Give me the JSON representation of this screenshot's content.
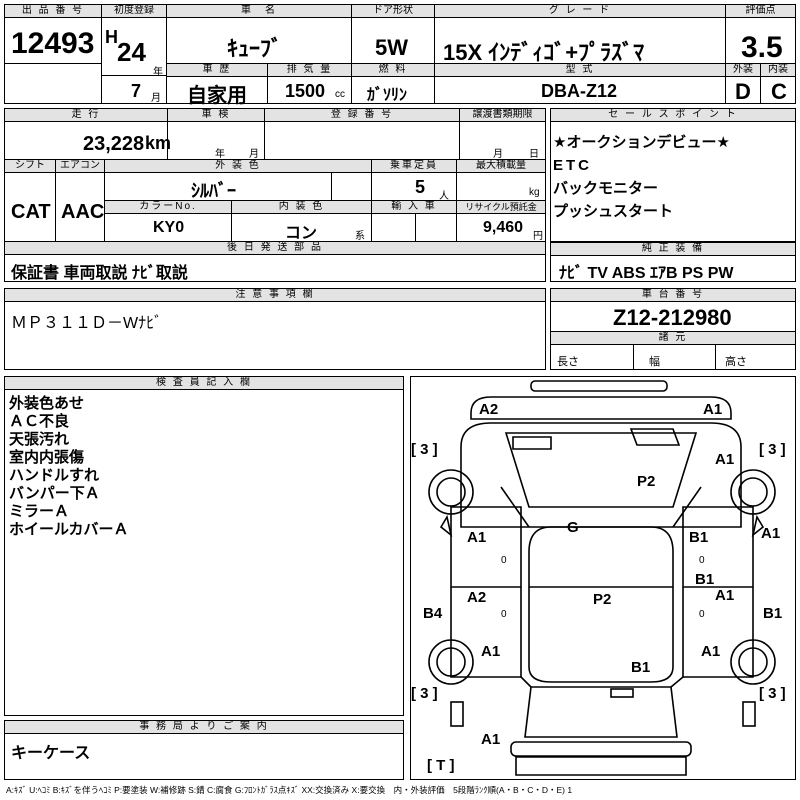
{
  "header": {
    "lot_label": "出 品 番 号",
    "lot": "12493",
    "reg_label": "初度登録",
    "era": "H",
    "year": "24",
    "year_unit": "年",
    "month": "7",
    "month_unit": "月",
    "name_label": "車　名",
    "name": "ｷｭｰﾌﾞ",
    "door_label": "ドア形状",
    "door": "5W",
    "grade_label": "グ レ ー ド",
    "grade": "15X ｲﾝﾃﾞｨｺﾞ+ﾌﾟﾗｽﾞﾏ",
    "score_label": "評価点",
    "score": "3.5",
    "history_label": "車 歴",
    "history": "自家用",
    "displacement_label": "排 気 量",
    "displacement": "1500",
    "displacement_unit": "cc",
    "fuel_label": "燃 料",
    "fuel": "ｶﾞｿﾘﾝ",
    "model_label": "型 式",
    "model": "DBA-Z12",
    "exterior_label": "外装",
    "exterior": "D",
    "interior_label": "内装",
    "interior": "C"
  },
  "row2": {
    "mileage_label": "走 行",
    "mileage": "23,228",
    "mileage_unit": "km",
    "inspection_label": "車 検",
    "inspection_year": "年",
    "inspection_month": "月",
    "regno_label": "登 録 番 号",
    "transfer_label": "譲渡書類期限",
    "transfer_month": "月",
    "transfer_day": "日",
    "shift_label": "シフト",
    "shift": "CAT",
    "ac_label": "エアコン",
    "ac": "AAC",
    "color_label": "外 装 色",
    "color": "ｼﾙﾊﾞｰ",
    "capacity_label": "乗車定員",
    "capacity": "5",
    "capacity_unit": "人",
    "load_label": "最大積載量",
    "load_unit": "kg",
    "colorno_label": "カラーNo.",
    "colorno": "KY0",
    "intcolor_label": "内 装 色",
    "intcolor": "コン",
    "intcolor_unit": "系",
    "import_label": "輸 入 車",
    "recycle_label": "リサイクル預託金",
    "recycle": "9,460",
    "recycle_unit": "円"
  },
  "sales_points": {
    "label": "セ ー ル ス ポ イ ン ト",
    "items": [
      "★オークションデビュー★",
      "ETC",
      "バックモニター",
      "プッシュスタート"
    ]
  },
  "later_parts": {
    "label": "後 日 発 送 部 品",
    "text": "保証書 車両取説 ﾅﾋﾞ取説"
  },
  "equipment": {
    "label": "純 正 装 備",
    "text": "ﾅﾋﾞ TV ABS ｴｱB PS PW"
  },
  "notes": {
    "label": "注 意 事 項 欄",
    "text": "ＭＰ３１１Ｄ－Wﾅﾋﾞ"
  },
  "chassis": {
    "label": "車 台 番 号",
    "number": "Z12-212980",
    "spec_label": "諸 元",
    "length": "長さ",
    "width": "幅",
    "height": "高さ"
  },
  "inspector": {
    "label": "検 査 員 記 入 欄",
    "lines": [
      "外装色あせ",
      "ＡＣ不良",
      "天張汚れ",
      "室内内張傷",
      "ハンドルすれ",
      "バンパー下Ａ",
      "ミラーＡ",
      "ホイールカバーＡ"
    ]
  },
  "diagram": {
    "marks": [
      "A2",
      "A1",
      "A1",
      "P2",
      "G",
      "A1",
      "B1",
      "A1",
      "B1",
      "A2",
      "A1",
      "P2",
      "B4",
      "B1",
      "A1",
      "A1",
      "B1",
      "A1"
    ],
    "small_zeros": [
      "0",
      "0",
      "0",
      "0"
    ],
    "tires": [
      "[ 3 ]",
      "[ 3 ]",
      "[ 3 ]",
      "[ 3 ]",
      "[ T ]"
    ]
  },
  "office": {
    "label": "事 務 局 よ り ご 案 内",
    "text": "キーケース"
  },
  "legend": "A:ｷｽﾞ U:ﾍｺﾐ B:ｷｽﾞを伴うﾍｺﾐ P:要塗装 W:補修跡 S:錆 C:腐食 G:ﾌﾛﾝﾄｶﾞﾗｽ点ｷｽﾞ XX:交換済み X:要交換　内・外装評価　5段階ﾗﾝｸ順(A・B・C・D・E) 1"
}
